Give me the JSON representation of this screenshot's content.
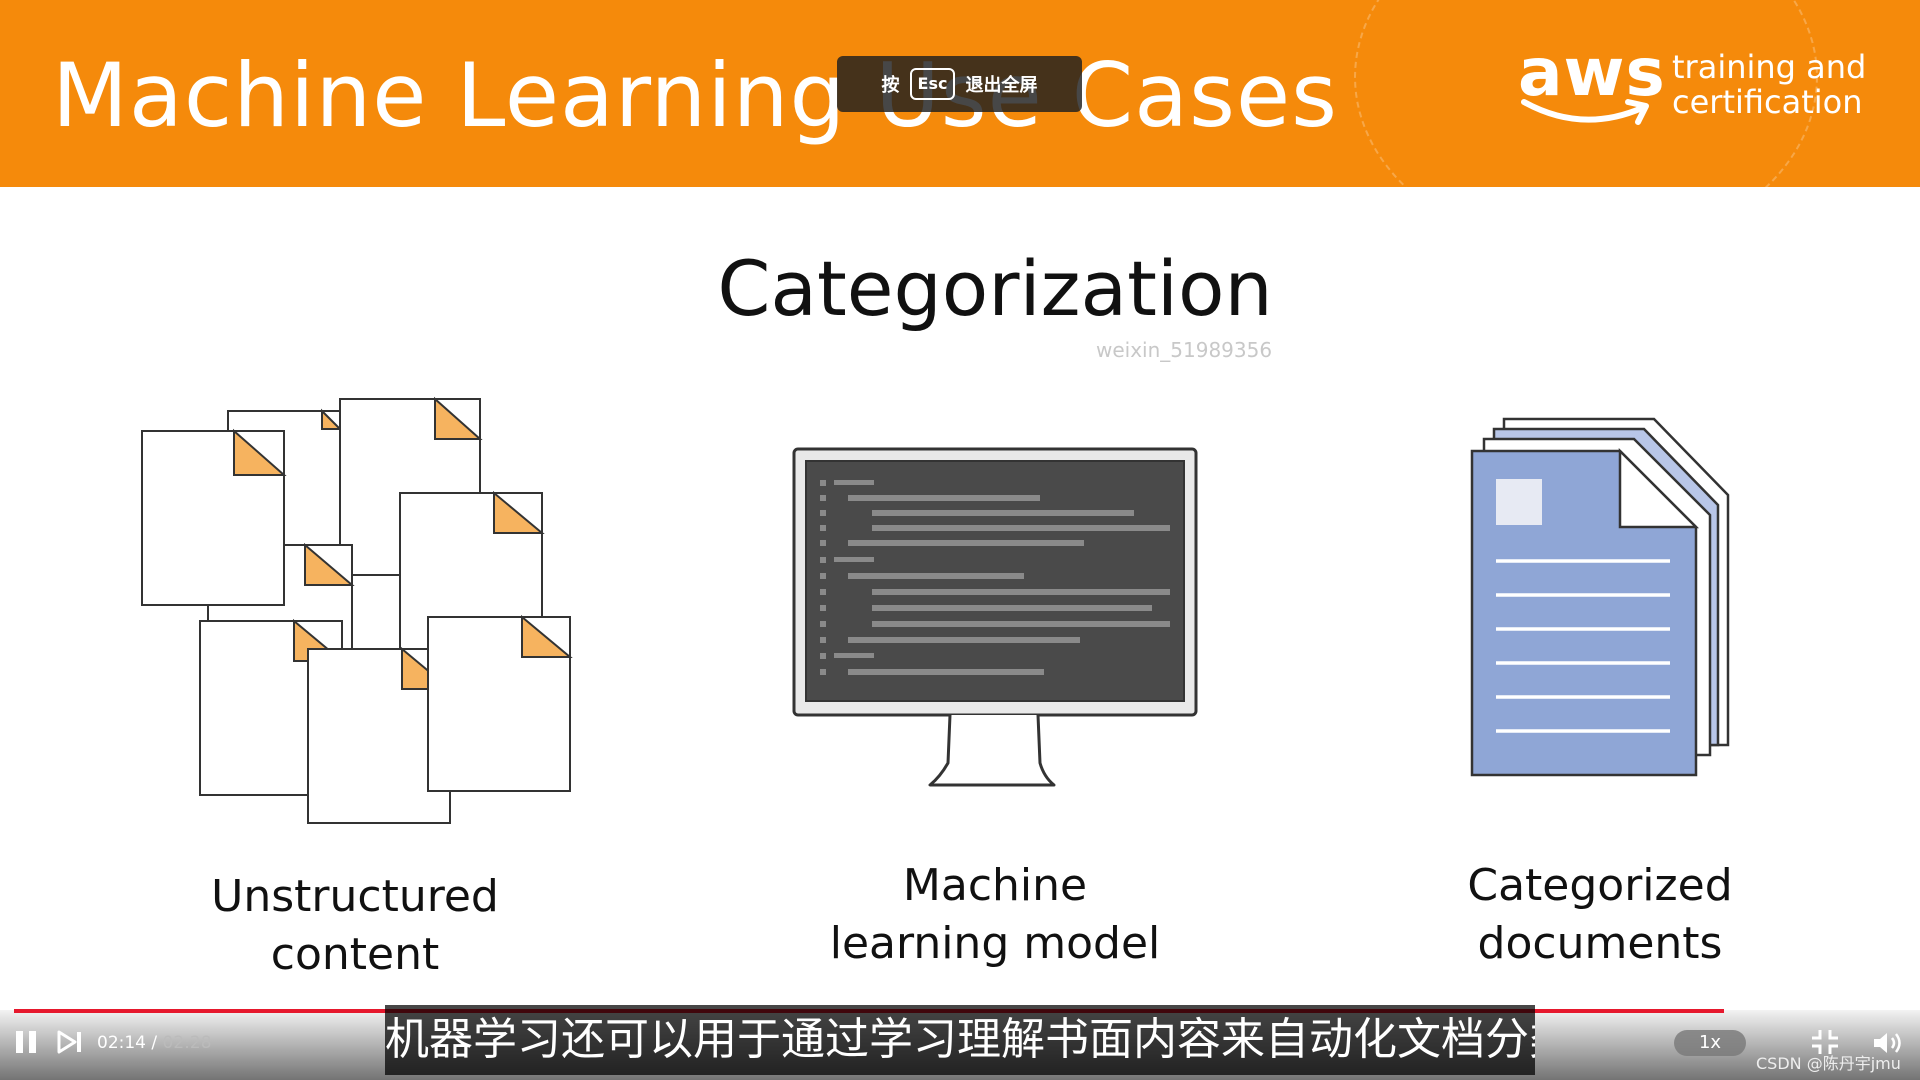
{
  "slide": {
    "header_title": "Machine Learning Use Cases",
    "aws_logo_text": "aws",
    "aws_tagline_line1": "training and",
    "aws_tagline_line2": "certification",
    "section_title": "Categorization",
    "watermark": "weixin_51989356",
    "columns": [
      {
        "label_line1": "Unstructured",
        "label_line2": "content",
        "icon": "scattered-documents-icon"
      },
      {
        "label_line1": "Machine",
        "label_line2": "learning model",
        "icon": "monitor-code-icon"
      },
      {
        "label_line1": "Categorized",
        "label_line2": "documents",
        "icon": "stacked-documents-icon"
      }
    ]
  },
  "overlay": {
    "press": "按",
    "key": "Esc",
    "action": "退出全屏"
  },
  "player": {
    "current_time": "02:14",
    "separator": " / ",
    "duration": "02:28",
    "progress": 0.905,
    "speed": "1x",
    "subtitle": "机器学习还可以用于通过学习理解书面内容来自动化文档分类",
    "site_credit": "CSDN @陈丹宇jmu"
  },
  "colors": {
    "header_bg": "#f58a0b",
    "doc_fold": "#f6b35f",
    "doc_blue": "#8fa6d6",
    "screen": "#4a4a4a",
    "progress": "#e6182d"
  }
}
